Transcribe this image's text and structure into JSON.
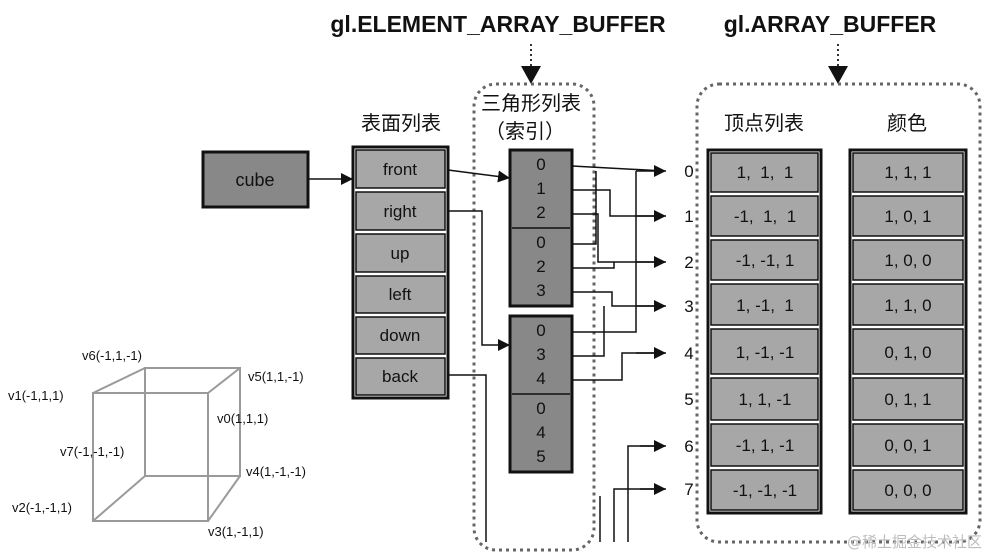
{
  "titles": {
    "element_buffer": "gl.ELEMENT_ARRAY_BUFFER",
    "array_buffer": "gl.ARRAY_BUFFER"
  },
  "headers": {
    "faces": "表面列表",
    "index_line1": "三角形列表",
    "index_line2": "（索引）",
    "vertices": "顶点列表",
    "colors": "颜色"
  },
  "cube_label": "cube",
  "faces": [
    "front",
    "right",
    "up",
    "left",
    "down",
    "back"
  ],
  "index_groups": [
    [
      "0",
      "1",
      "2"
    ],
    [
      "0",
      "2",
      "3"
    ],
    [
      "0",
      "3",
      "4"
    ],
    [
      "0",
      "4",
      "5"
    ]
  ],
  "vertex_indices": [
    "0",
    "1",
    "2",
    "3",
    "4",
    "5",
    "6",
    "7"
  ],
  "vertices": [
    "1,  1,  1",
    "-1,  1,  1",
    "-1, -1, 1",
    "1, -1,  1",
    "1, -1, -1",
    "1, 1, -1",
    "-1, 1, -1",
    "-1, -1, -1"
  ],
  "colors": [
    "1, 1, 1",
    "1, 0, 1",
    "1, 0, 0",
    "1, 1, 0",
    "0, 1, 0",
    "0, 1, 1",
    "0, 0, 1",
    "0, 0, 0"
  ],
  "cube_vertex_labels": {
    "v0": "v0(1,1,1)",
    "v1": "v1(-1,1,1)",
    "v2": "v2(-1,-1,1)",
    "v3": "v3(1,-1,1)",
    "v4": "v4(1,-1,-1)",
    "v5": "v5(1,1,-1)",
    "v6": "v6(-1,1,-1)",
    "v7": "v7(-1,-1,-1)"
  },
  "watermark": "@稀土掘金技术社区",
  "colors_style": {
    "box_fill": "#888888",
    "cell_fill": "#a7a7a7",
    "stroke": "#111111",
    "dotted": "#666666",
    "cube_line": "#9a9a9a"
  }
}
